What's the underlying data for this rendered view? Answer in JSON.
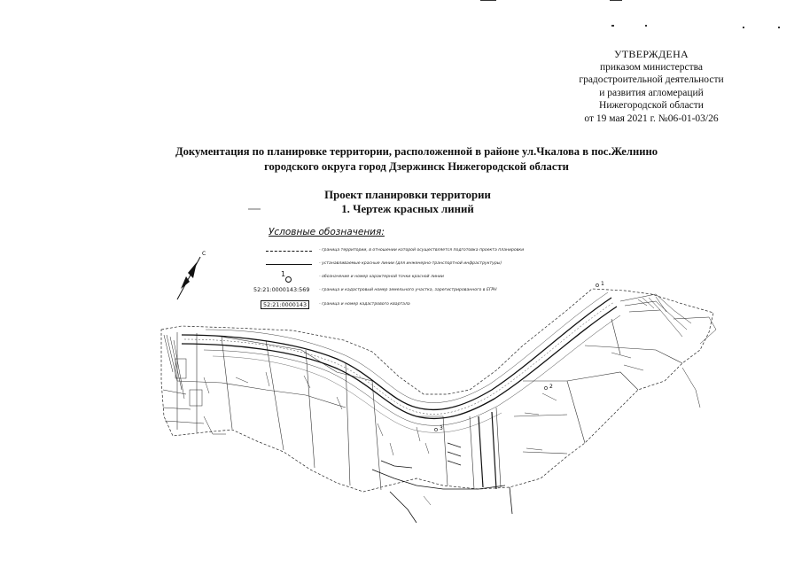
{
  "approval": {
    "lines": [
      "УТВЕРЖДЕНА",
      "приказом министерства",
      "градостроительной деятельности",
      "и развития агломераций",
      "Нижегородской области",
      "от 19 мая 2021 г. №06-01-03/26"
    ]
  },
  "document": {
    "title_line1": "Документация по планировке территории, расположенной в районе ул.Чкалова в пос.Желнино",
    "title_line2": "городского округа город Дзержинск Нижегородской области",
    "project_title": "Проект планировки территории",
    "drawing_title": "1. Чертеж красных линий"
  },
  "legend": {
    "title": "Условные обозначения:",
    "items": [
      {
        "symbol": "dashed-line",
        "desc": "- граница территории, в отношении которой осуществляется подготовка проекта планировки"
      },
      {
        "symbol": "solid-line",
        "desc": "- устанавливаемые красные линии (для инженерно-транспортной инфраструктуры)"
      },
      {
        "symbol": "red-line-point",
        "label": "1",
        "desc": "- обозначение и номер характерной точки красной линии"
      },
      {
        "symbol": "parcel-code",
        "label": "52:21:0000143:569",
        "desc": "- граница и кадастровый номер земельного участка, зарегистрированного в ЕГРН"
      },
      {
        "symbol": "quarter-code",
        "label": "52:21:0000143",
        "desc": "- граница и номер кадастрового квартала"
      }
    ]
  },
  "map": {
    "north_arrow_label": "С",
    "point_labels": [
      "1",
      "2",
      "3"
    ]
  }
}
